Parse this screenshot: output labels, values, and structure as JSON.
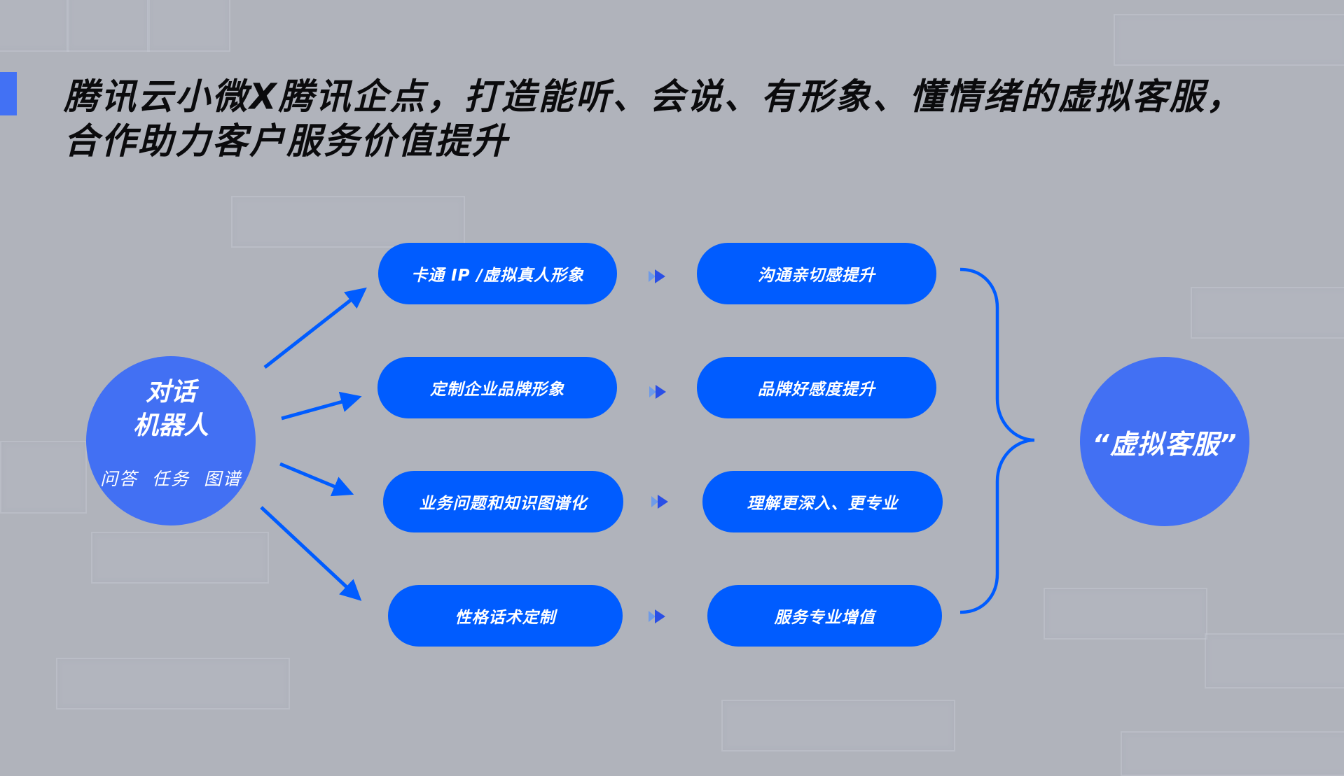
{
  "title": {
    "line1": "腾讯云小微X腾讯企点，打造能听、会说、有形象、懂情绪的虚拟客服，",
    "line2": "合作助力客户服务价值提升"
  },
  "source_node": {
    "label_line1": "对话",
    "label_line2": "机器人",
    "capabilities": "问答  任务  图谱"
  },
  "rows": [
    {
      "feature": "卡通 IP /虚拟真人形象",
      "benefit": "沟通亲切感提升"
    },
    {
      "feature": "定制企业品牌形象",
      "benefit": "品牌好感度提升"
    },
    {
      "feature": "业务问题和知识图谱化",
      "benefit": "理解更深入、更专业"
    },
    {
      "feature": "性格话术定制",
      "benefit": "服务专业增值"
    }
  ],
  "result_node": {
    "label": "“虚拟客服”"
  },
  "icons": {
    "row_connector": "double-chevron-right-icon",
    "arrow": "arrow-icon",
    "brace": "right-curly-brace"
  },
  "colors": {
    "background": "#b0b3bb",
    "accent_bar": "#4271f4",
    "circle": "#4270f3",
    "pill": "#005cff",
    "line": "#005cff",
    "title_text": "#0b0b0d",
    "node_text": "#ffffff"
  }
}
